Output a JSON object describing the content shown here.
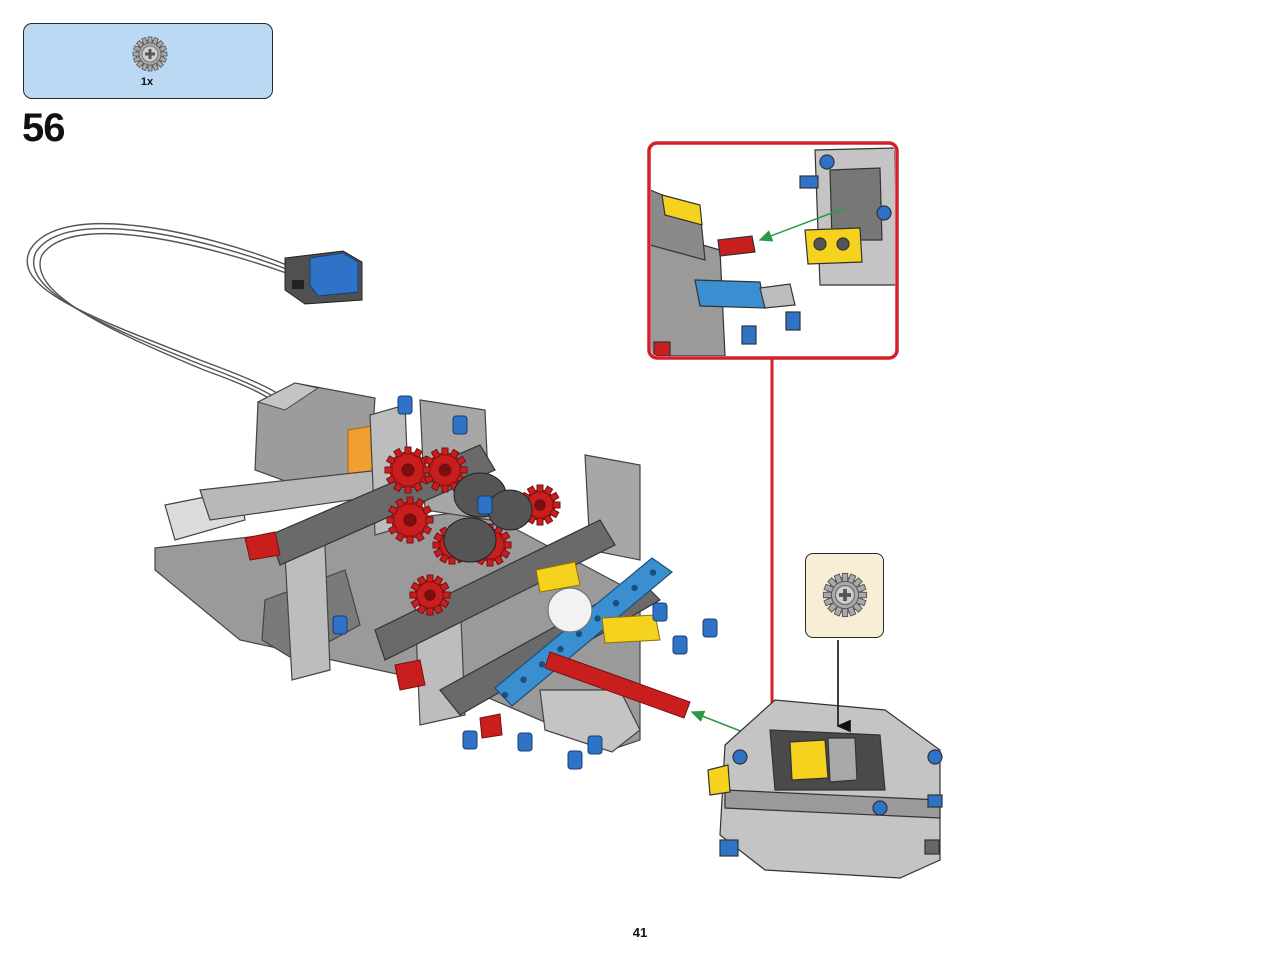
{
  "parts_list": {
    "items": [
      {
        "icon": "gear-icon",
        "quantity": "1x"
      }
    ]
  },
  "step": {
    "number": "56"
  },
  "page": {
    "number": "41"
  },
  "colors": {
    "parts_bg": "#bcd9f4",
    "callout_bg": "#f8eed5",
    "callout_frame": "#d4202a",
    "arrow_green": "#2a9a46",
    "technic_gray": "#9a9a9a",
    "technic_red": "#c81e1e",
    "technic_blue": "#3a8fd0",
    "technic_yellow": "#f4d21e"
  }
}
